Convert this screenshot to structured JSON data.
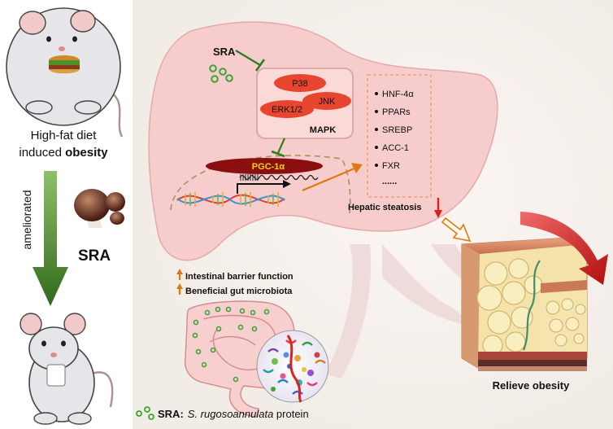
{
  "left_panel": {
    "cause_line1": "High-fat diet",
    "cause_line2_prefix": "induced ",
    "cause_line2_bold": "obesity",
    "arrow_label": "ameliorated",
    "agent_label": "SRA"
  },
  "pathway": {
    "sra_label": "SRA",
    "mapk_label": "MAPK",
    "kinases": [
      "P38",
      "JNK",
      "ERK1/2"
    ],
    "pgc_label": "PGC-1α",
    "targets": [
      "HNF-4α",
      "PPARs",
      "SREBP",
      "ACC-1",
      "FXR",
      "......"
    ],
    "steatosis_label": "Hepatic steatosis"
  },
  "gut": {
    "line1": "Intestinal barrier function",
    "line2": "Beneficial gut microbiota"
  },
  "outcome": {
    "label": "Relieve obesity"
  },
  "legend": {
    "prefix": "SRA:",
    "species": "S. rugosoannulata",
    "suffix": " protein"
  },
  "colors": {
    "liver_fill": "#f6cccd",
    "inhibit_green": "#2e7d1f",
    "sra_dot": "#5bd04f",
    "kinase_fill": "#e8452f",
    "pgc_fill": "#8a1010",
    "up_arrow": "#e07a10",
    "down_arrow": "#d62020",
    "big_arrow_green": "#3f7a25",
    "big_arrow_red": "#c81414"
  }
}
